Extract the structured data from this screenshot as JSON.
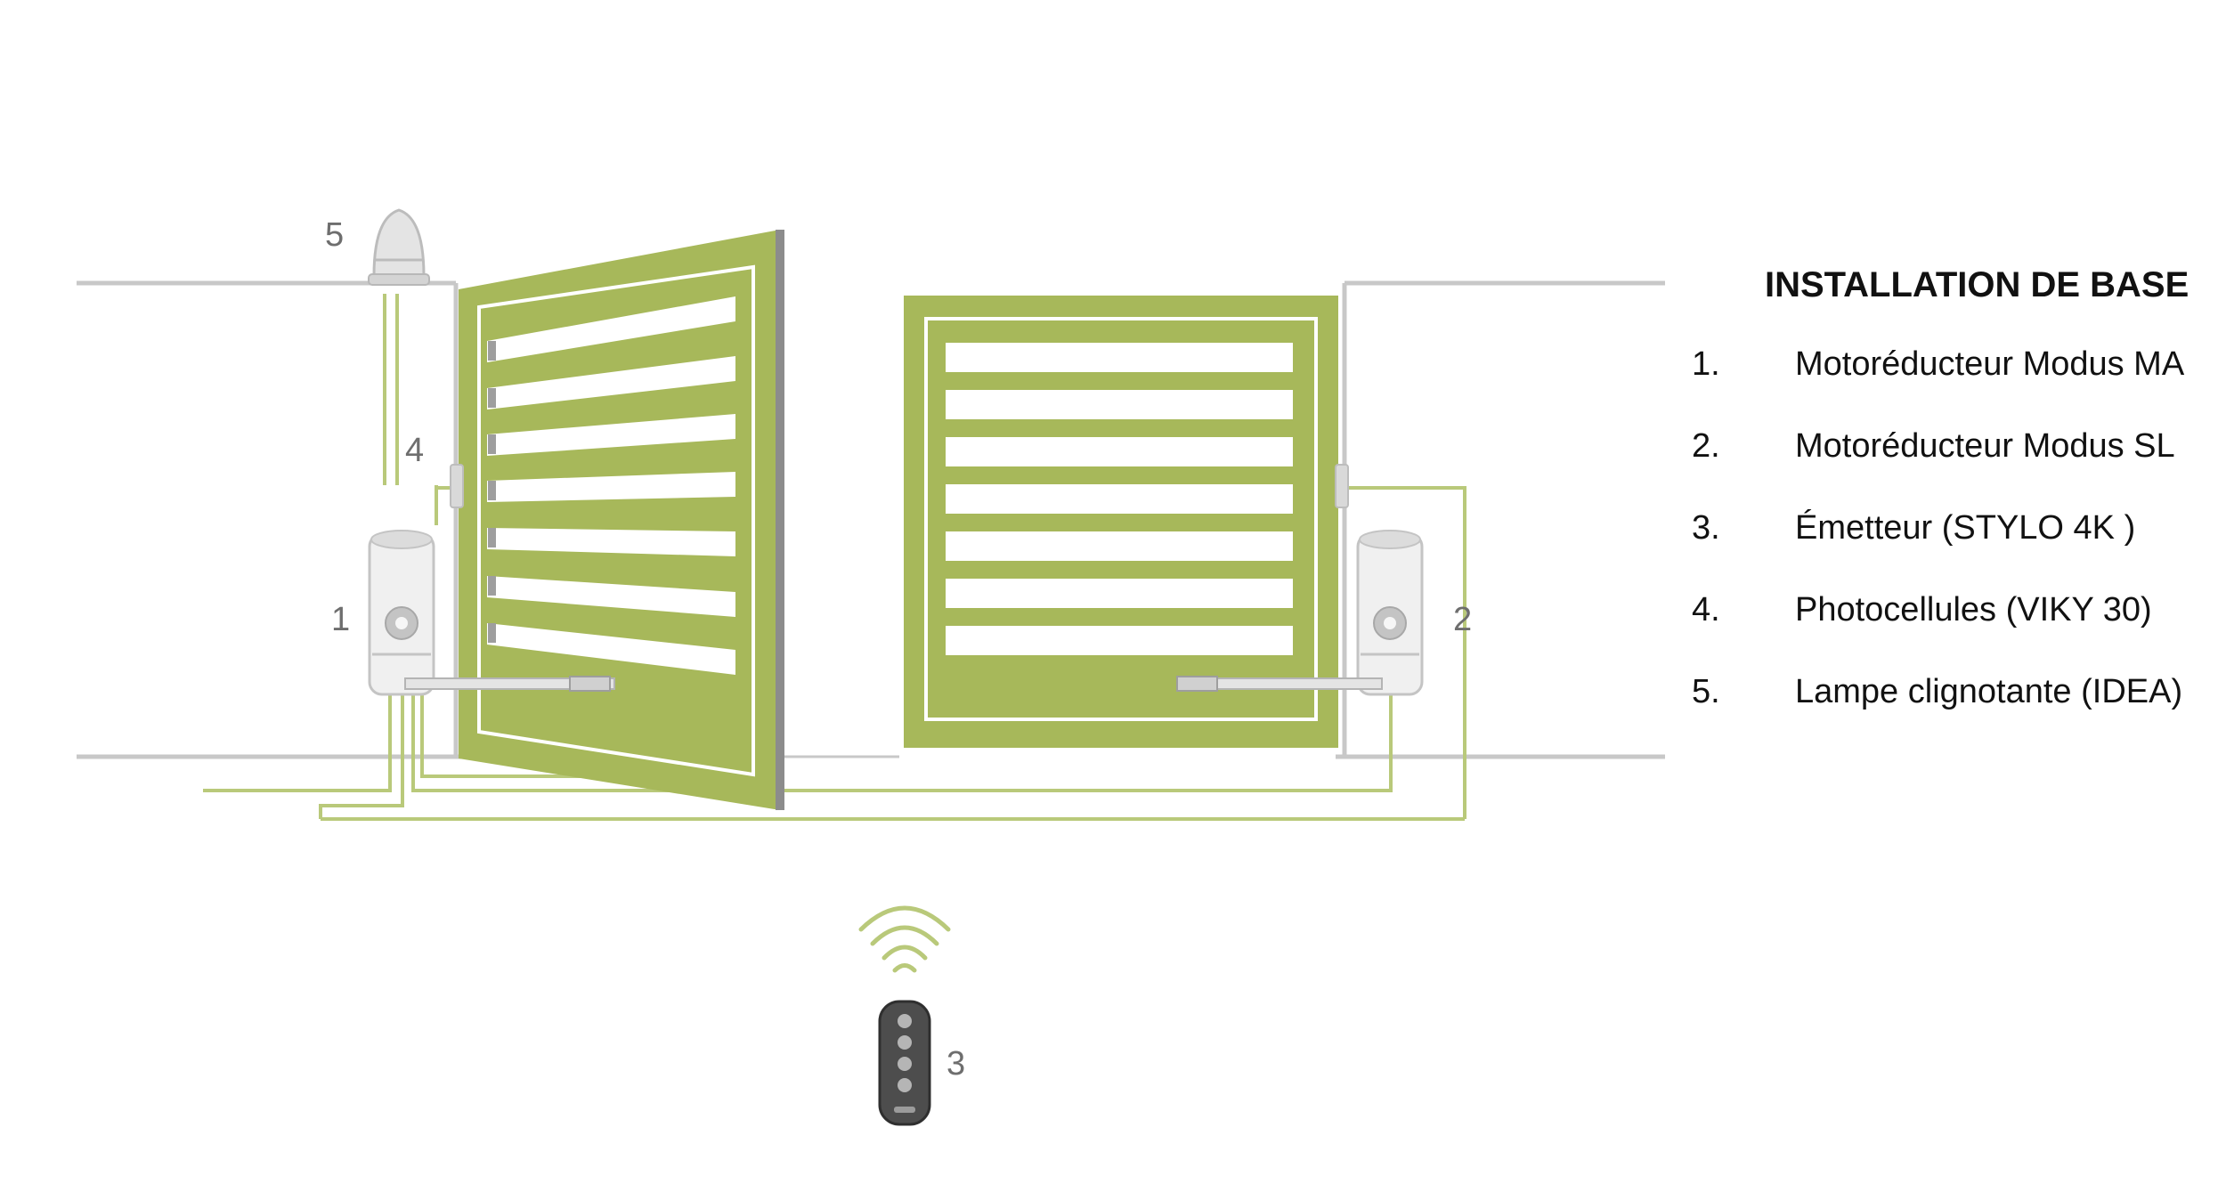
{
  "callouts": {
    "motor_left": "1",
    "motor_right": "2",
    "remote": "3",
    "photocells": "4",
    "lamp": "5"
  },
  "legend": {
    "title": "INSTALLATION DE BASE",
    "items": [
      {
        "num": "1.",
        "text": "Motoréducteur Modus MA"
      },
      {
        "num": "2.",
        "text": "Motoréducteur Modus SL"
      },
      {
        "num": "3.",
        "text": "Émetteur (STYLO 4K )"
      },
      {
        "num": "4.",
        "text": "Photocellules (VIKY 30)"
      },
      {
        "num": "5.",
        "text": "Lampe clignotante (IDEA)"
      }
    ]
  },
  "colors": {
    "gate_green": "#a7b85a",
    "gate_light": "#c2cf87",
    "wire_green": "#b9c97a",
    "wall_grey": "#c8c8c8",
    "edge_grey": "#8c8c8c"
  }
}
